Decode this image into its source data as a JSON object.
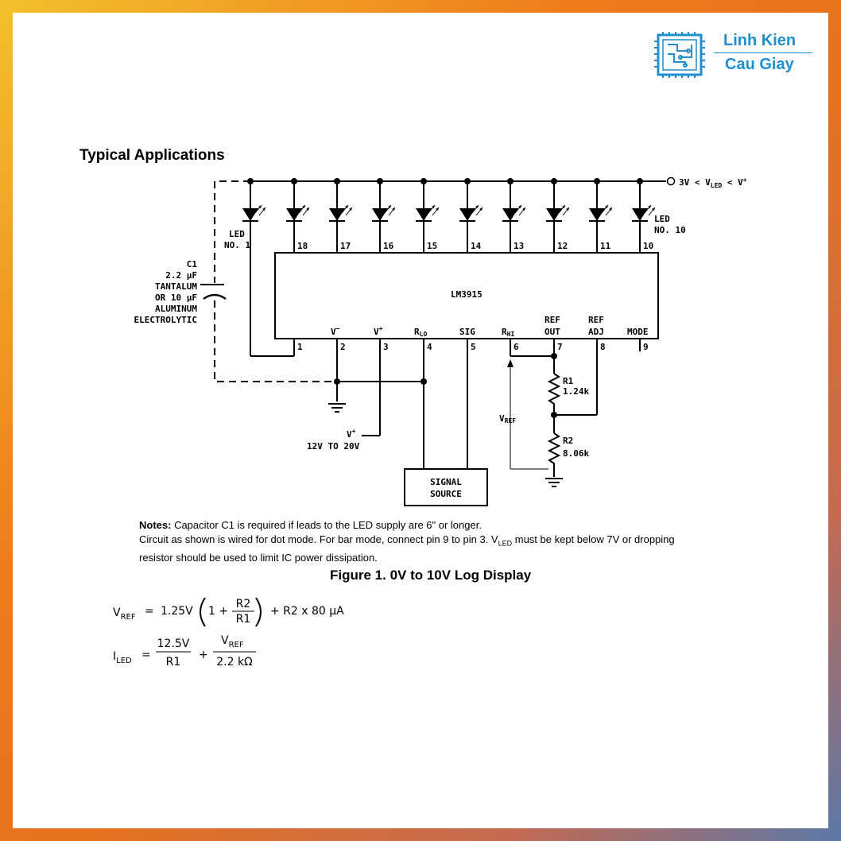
{
  "brand": {
    "line1": "Linh Kien",
    "line2": "Cau Giay",
    "color": "#1e8fd0"
  },
  "section_title": "Typical Applications",
  "schematic": {
    "supply_label_prefix": "3V < V",
    "supply_label_sub": "LED",
    "supply_label_suffix": " < V",
    "supply_label_sup": "+",
    "led_first_label_1": "LED",
    "led_first_label_2": "NO. 1",
    "led_last_label_1": "LED",
    "led_last_label_2": "NO. 10",
    "top_pins": [
      "18",
      "17",
      "16",
      "15",
      "14",
      "13",
      "12",
      "11",
      "10"
    ],
    "ic_name": "LM3915",
    "bottom_pins": [
      "1",
      "2",
      "3",
      "4",
      "5",
      "6",
      "7",
      "8",
      "9"
    ],
    "pin_functions": {
      "v_minus": "V",
      "v_minus_sup": "−",
      "v_plus": "V",
      "v_plus_sup": "+",
      "rlo": "R",
      "rlo_sub": "LO",
      "sig": "SIG",
      "rhi": "R",
      "rhi_sub": "HI",
      "ref_out_1": "REF",
      "ref_out_2": "OUT",
      "ref_adj_1": "REF",
      "ref_adj_2": "ADJ",
      "mode": "MODE"
    },
    "capacitor_lines": [
      "C1",
      "2.2 μF",
      "TANTALUM",
      "OR 10 μF",
      "ALUMINUM",
      "ELECTROLYTIC"
    ],
    "r1_name": "R1",
    "r1_value": "1.24k",
    "r2_name": "R2",
    "r2_value": "8.06k",
    "vref_label": "V",
    "vref_sub": "REF",
    "vplus_label": "V",
    "vplus_sup": "+",
    "vplus_range": "12V TO 20V",
    "signal_source_1": "SIGNAL",
    "signal_source_2": "SOURCE"
  },
  "notes": {
    "bold_prefix": "Notes:",
    "line1": " Capacitor C1 is required if leads to the LED supply are 6\" or longer.",
    "line2_part1": "Circuit as shown is wired for dot mode. For bar mode, connect pin 9 to pin 3. V",
    "line2_sub": "LED",
    "line2_part2": " must be kept below 7V or dropping",
    "line3": "resistor should be used to limit IC power dissipation."
  },
  "figure_caption": "Figure 1.  0V to 10V Log Display",
  "equations": {
    "eq1_lhs": "V",
    "eq1_lhs_sub": "REF",
    "eq1_equals": "=",
    "eq1_coef": "1.25V",
    "eq1_one": "1  +",
    "eq1_num": "R2",
    "eq1_den": "R1",
    "eq1_tail": "+ R2 x 80 μA",
    "eq2_lhs": "I",
    "eq2_lhs_sub": "LED",
    "eq2_equals": "=",
    "eq2_num1": "12.5V",
    "eq2_den1": "R1",
    "eq2_plus": "+",
    "eq2_num2": "V",
    "eq2_num2_sub": "REF",
    "eq2_den2": "2.2 kΩ"
  }
}
